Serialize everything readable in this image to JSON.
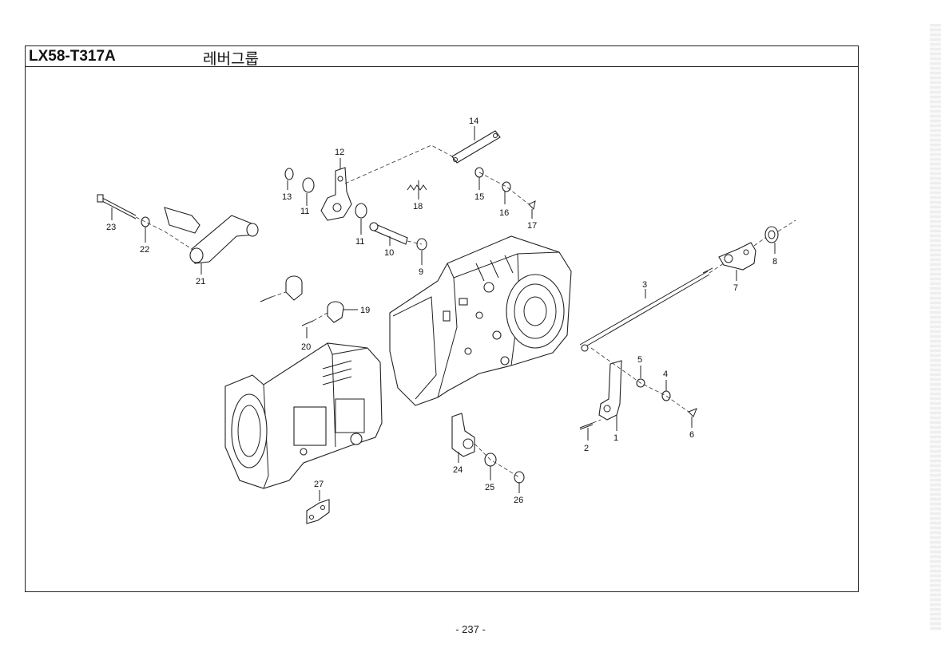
{
  "header": {
    "model_code": "LX58-T317A",
    "group_title": "레버그룹"
  },
  "footer": {
    "page_number": "- 237 -"
  },
  "callouts": [
    "1",
    "2",
    "3",
    "4",
    "5",
    "6",
    "7",
    "8",
    "9",
    "10",
    "11",
    "11",
    "12",
    "13",
    "14",
    "15",
    "16",
    "17",
    "18",
    "19",
    "20",
    "21",
    "22",
    "23",
    "24",
    "25",
    "26",
    "27"
  ]
}
